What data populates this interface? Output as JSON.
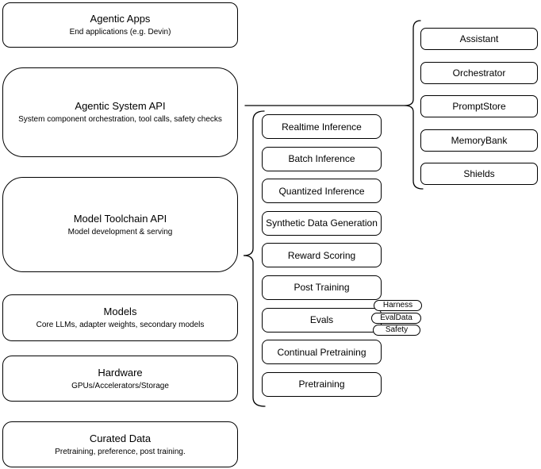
{
  "colors": {
    "stroke": "#000000",
    "background": "#ffffff"
  },
  "layers": [
    {
      "title": "Agentic Apps",
      "subtitle": "End applications (e.g. Devin)"
    },
    {
      "title": "Agentic System API",
      "subtitle": "System component orchestration, tool calls, safety checks"
    },
    {
      "title": "Model Toolchain API",
      "subtitle": "Model development & serving"
    },
    {
      "title": "Models",
      "subtitle": "Core LLMs, adapter weights, secondary models"
    },
    {
      "title": "Hardware",
      "subtitle": "GPUs/Accelerators/Storage"
    },
    {
      "title": "Curated Data",
      "subtitle": "Pretraining, preference, post training."
    }
  ],
  "toolchain": {
    "items": [
      "Realtime Inference",
      "Batch Inference",
      "Quantized Inference",
      "Synthetic Data Generation",
      "Reward Scoring",
      "Post Training",
      "Evals",
      "Continual Pretraining",
      "Pretraining"
    ]
  },
  "evals_tags": {
    "items": [
      "Harness",
      "EvalData",
      "Safety"
    ]
  },
  "components": {
    "items": [
      "Assistant",
      "Orchestrator",
      "PromptStore",
      "MemoryBank",
      "Shields"
    ]
  }
}
